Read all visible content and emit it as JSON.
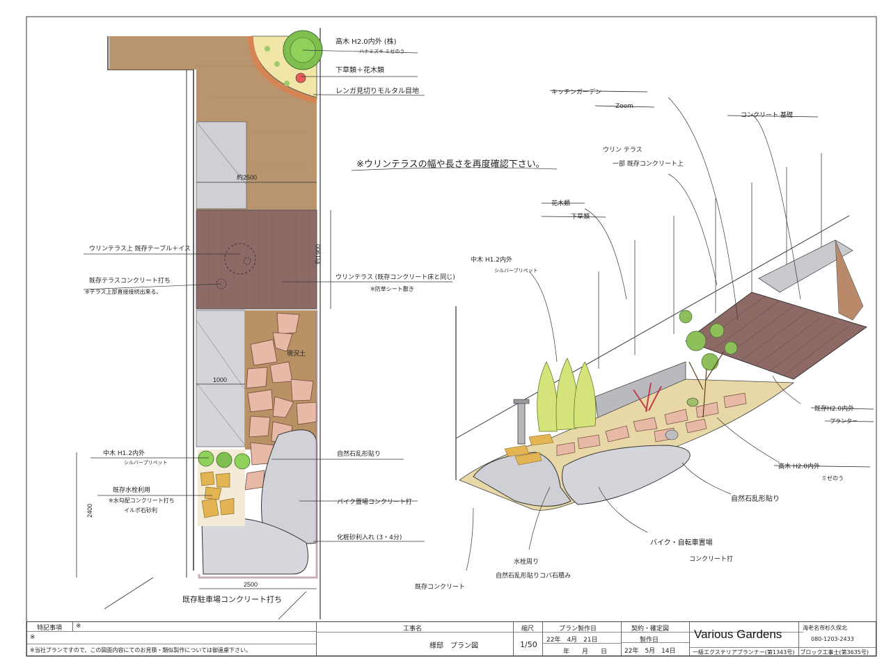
{
  "plan": {
    "labels": {
      "tall_tree": "高木 H2.0内外 (株)",
      "tall_tree_species": "ハナミズキ ミゼのう",
      "shrubs_flowers": "下草類＋花木類",
      "brick_border": "レンガ見切りモルタル目地",
      "uni_terrace_table": "ウリンテラス上 既存テーブル＋イス",
      "existing_concrete": "既存テラスコンクリート打ち",
      "existing_concrete_note": "※テラス上部直接接続出来る。",
      "uni_terrace": "ウリンテラス (既存コンクリート床と同じ)",
      "uni_terrace_note": "※防草シート敷き",
      "existing_soil": "現況土",
      "mid_tree": "中木 H1.2内外",
      "mid_tree_species": "シルバープリペット",
      "stone_paving": "自然石乱形貼り",
      "existing_faucet": "既存水栓利用",
      "faucet_note_1": "※水勾配コンクリート打ち",
      "faucet_note_2": "イルポ石砂利",
      "bike_parking": "バイク置場コンクリート打",
      "gravel": "化粧砂利入れ (3・4分)",
      "parking": "既存駐車場コンクリート打ち"
    },
    "dims": {
      "d_top": "約2500",
      "d_right": "約1900",
      "d_mid": "1000",
      "d_left": "2400",
      "d_bottom": "2500"
    }
  },
  "perspective": {
    "labels": {
      "kitchen_garden": "キッチンガーデン",
      "zoom": "Zoom",
      "block_wall": "コンクリート 基礎",
      "terrace_note_1": "ウリン テラス",
      "terrace_note_2": "一部 既存コンクリート上",
      "flower_tree": "花木類",
      "ground_cover": "下草類",
      "mid_tree": "中木 H1.2内外",
      "mid_tree_species": "シルバープリペット",
      "tall_tree_struck": "既存H2.0内外",
      "planter": "プランター",
      "tall_tree": "高木 H2.0内外",
      "tall_tree_species": "ミゼのう",
      "stone_paving": "自然石乱形貼り",
      "bike_parking": "バイク・自転車置場",
      "bike_parking_2": "コンクリート打",
      "faucet_area": "水栓周り",
      "faucet_area_2": "自然石乱形貼りコバ石積み",
      "existing_concrete": "既存コンクリート"
    },
    "note": "※ウリンテラスの幅や長さを再度確認下さい。"
  },
  "title_block": {
    "special_notes_label": "特記事項",
    "special_mark_1": "※",
    "special_mark_2": "※",
    "disclaimer": "※当社プランですので、この図面内容にてのお見積・類似製作については御遠慮下さい。",
    "project_label": "工事名",
    "project_name": "様邸　プラン図",
    "scale_label": "縮尺",
    "scale_value": "1/50",
    "plan_date_label": "プラン製作日",
    "plan_date": "22年　4月　21日",
    "date_blank": "年　　月　　日",
    "contract_label": "契約・確定図",
    "made_label": "製作日",
    "made_date": "22年　5月　14日",
    "company": "Various Gardens",
    "address": "海老名市杉久保北",
    "phone": "080-1203-2433",
    "qualifications": "一級エクステリアプランナー(第1343号)　ブロック工事士(第3635号)"
  },
  "colors": {
    "wood_deck": "#b08a5e",
    "uni_terrace": "#8e6a66",
    "concrete": "#cfcfd3",
    "stone": "#e8b9a6",
    "soil": "#b89165",
    "green": "#7fbf4f",
    "yellow_stone": "#e3b552",
    "brick": "#d8834f"
  }
}
